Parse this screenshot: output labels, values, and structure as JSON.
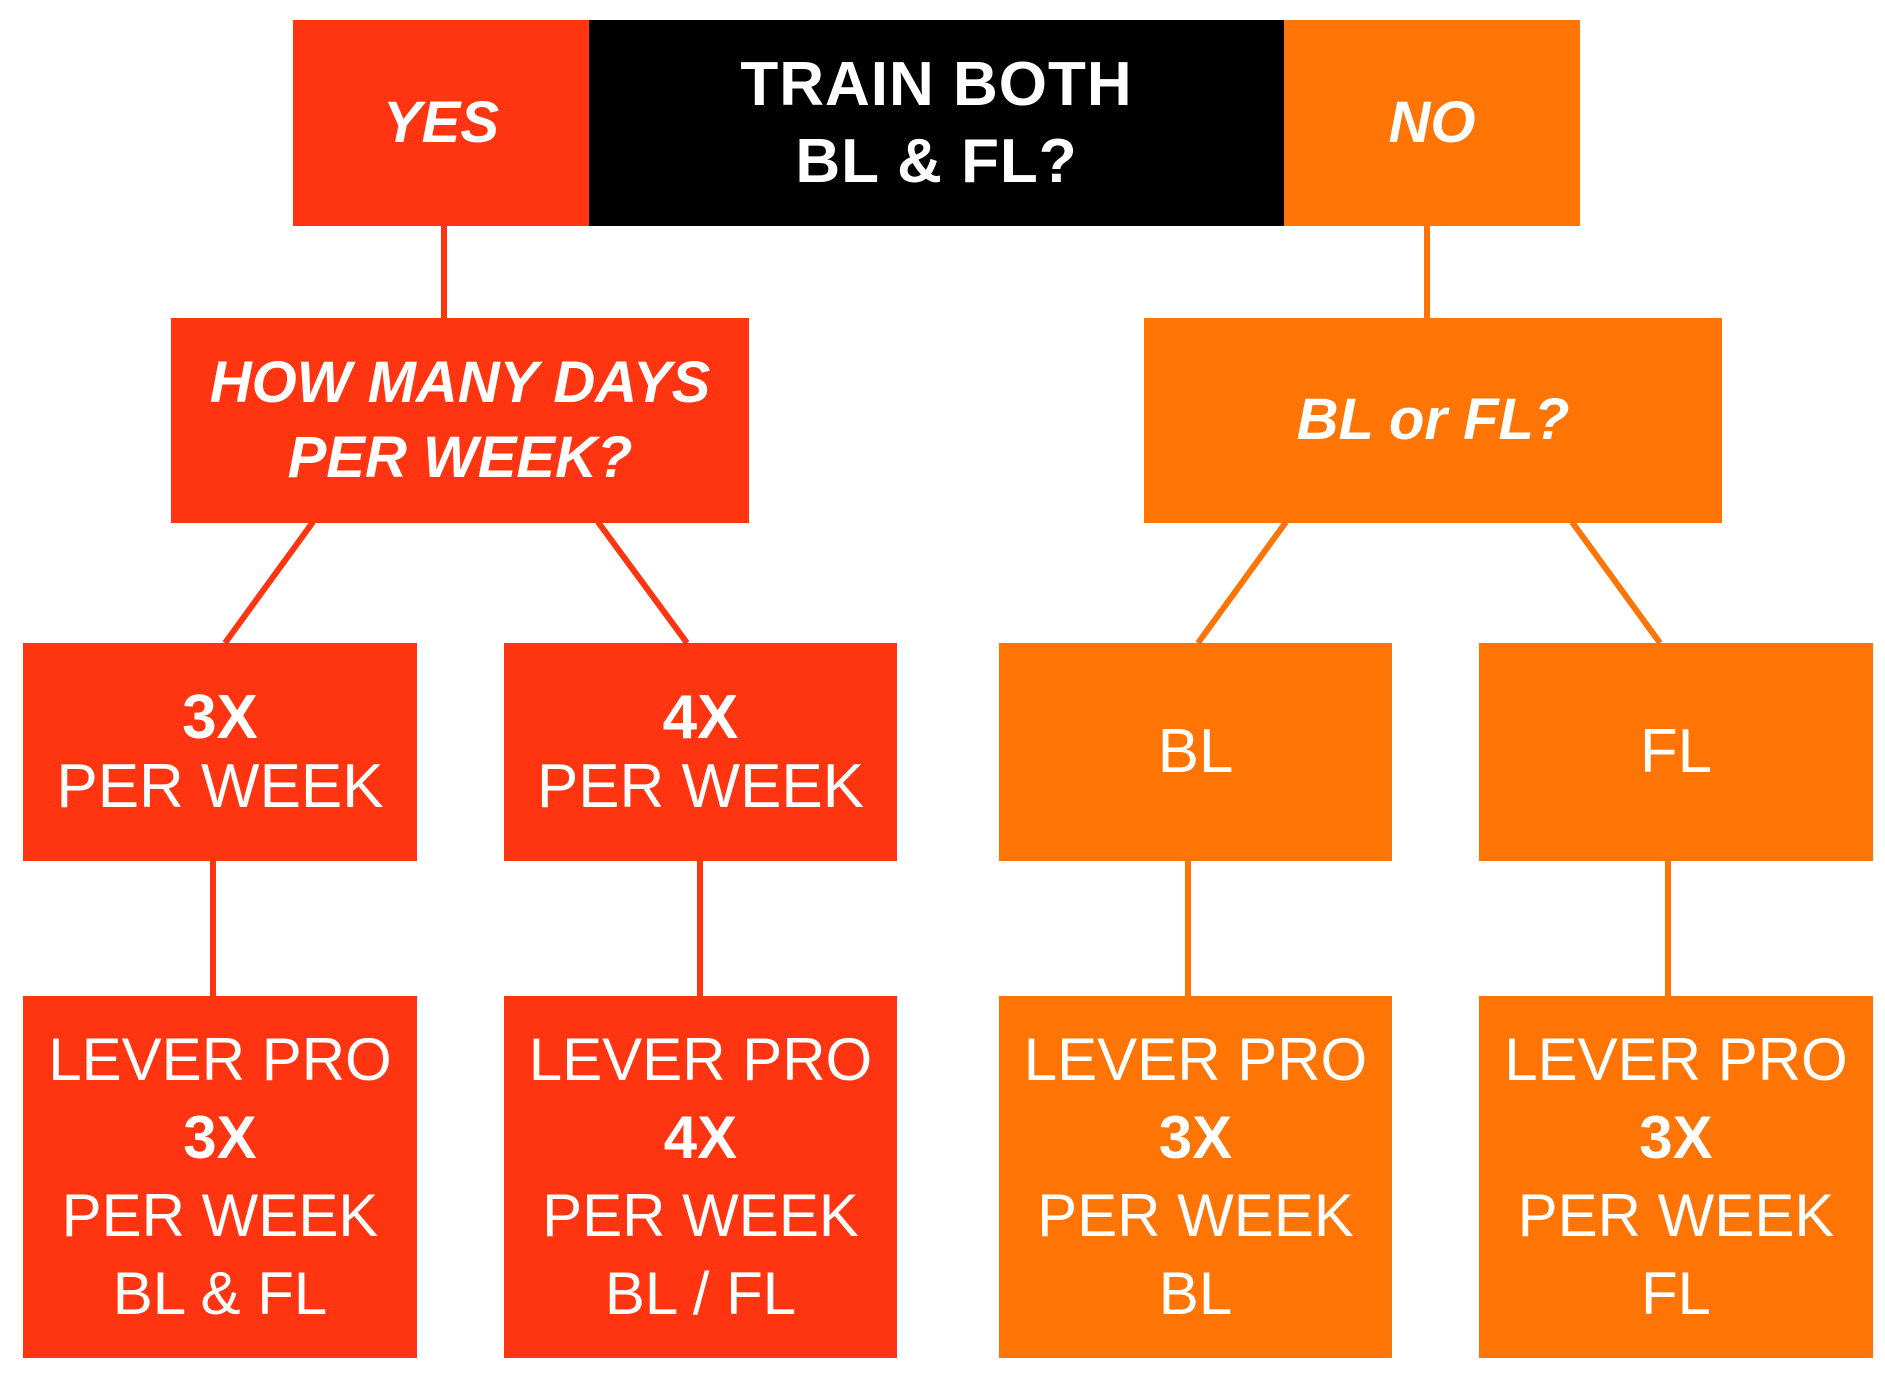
{
  "header": {
    "yes_label": "YES",
    "question": [
      "TRAIN BOTH",
      "BL & FL?"
    ],
    "no_label": "NO"
  },
  "yes_branch": {
    "question": [
      "HOW MANY DAYS",
      "PER WEEK?"
    ],
    "option_3x": {
      "count": "3X",
      "unit": "PER WEEK"
    },
    "option_4x": {
      "count": "4X",
      "unit": "PER WEEK"
    },
    "result_3x": {
      "program": "LEVER PRO",
      "count": "3X",
      "unit": "PER WEEK",
      "target": "BL & FL"
    },
    "result_4x": {
      "program": "LEVER PRO",
      "count": "4X",
      "unit": "PER WEEK",
      "target": "BL / FL"
    }
  },
  "no_branch": {
    "question": "BL or FL?",
    "option_bl": "BL",
    "option_fl": "FL",
    "result_bl": {
      "program": "LEVER PRO",
      "count": "3X",
      "unit": "PER WEEK",
      "target": "BL"
    },
    "result_fl": {
      "program": "LEVER PRO",
      "count": "3X",
      "unit": "PER WEEK",
      "target": "FL"
    }
  },
  "colors": {
    "yes_red": "#ff3411",
    "no_orange": "#fe7405",
    "header_black": "#000000",
    "text_white": "#ffffff"
  }
}
